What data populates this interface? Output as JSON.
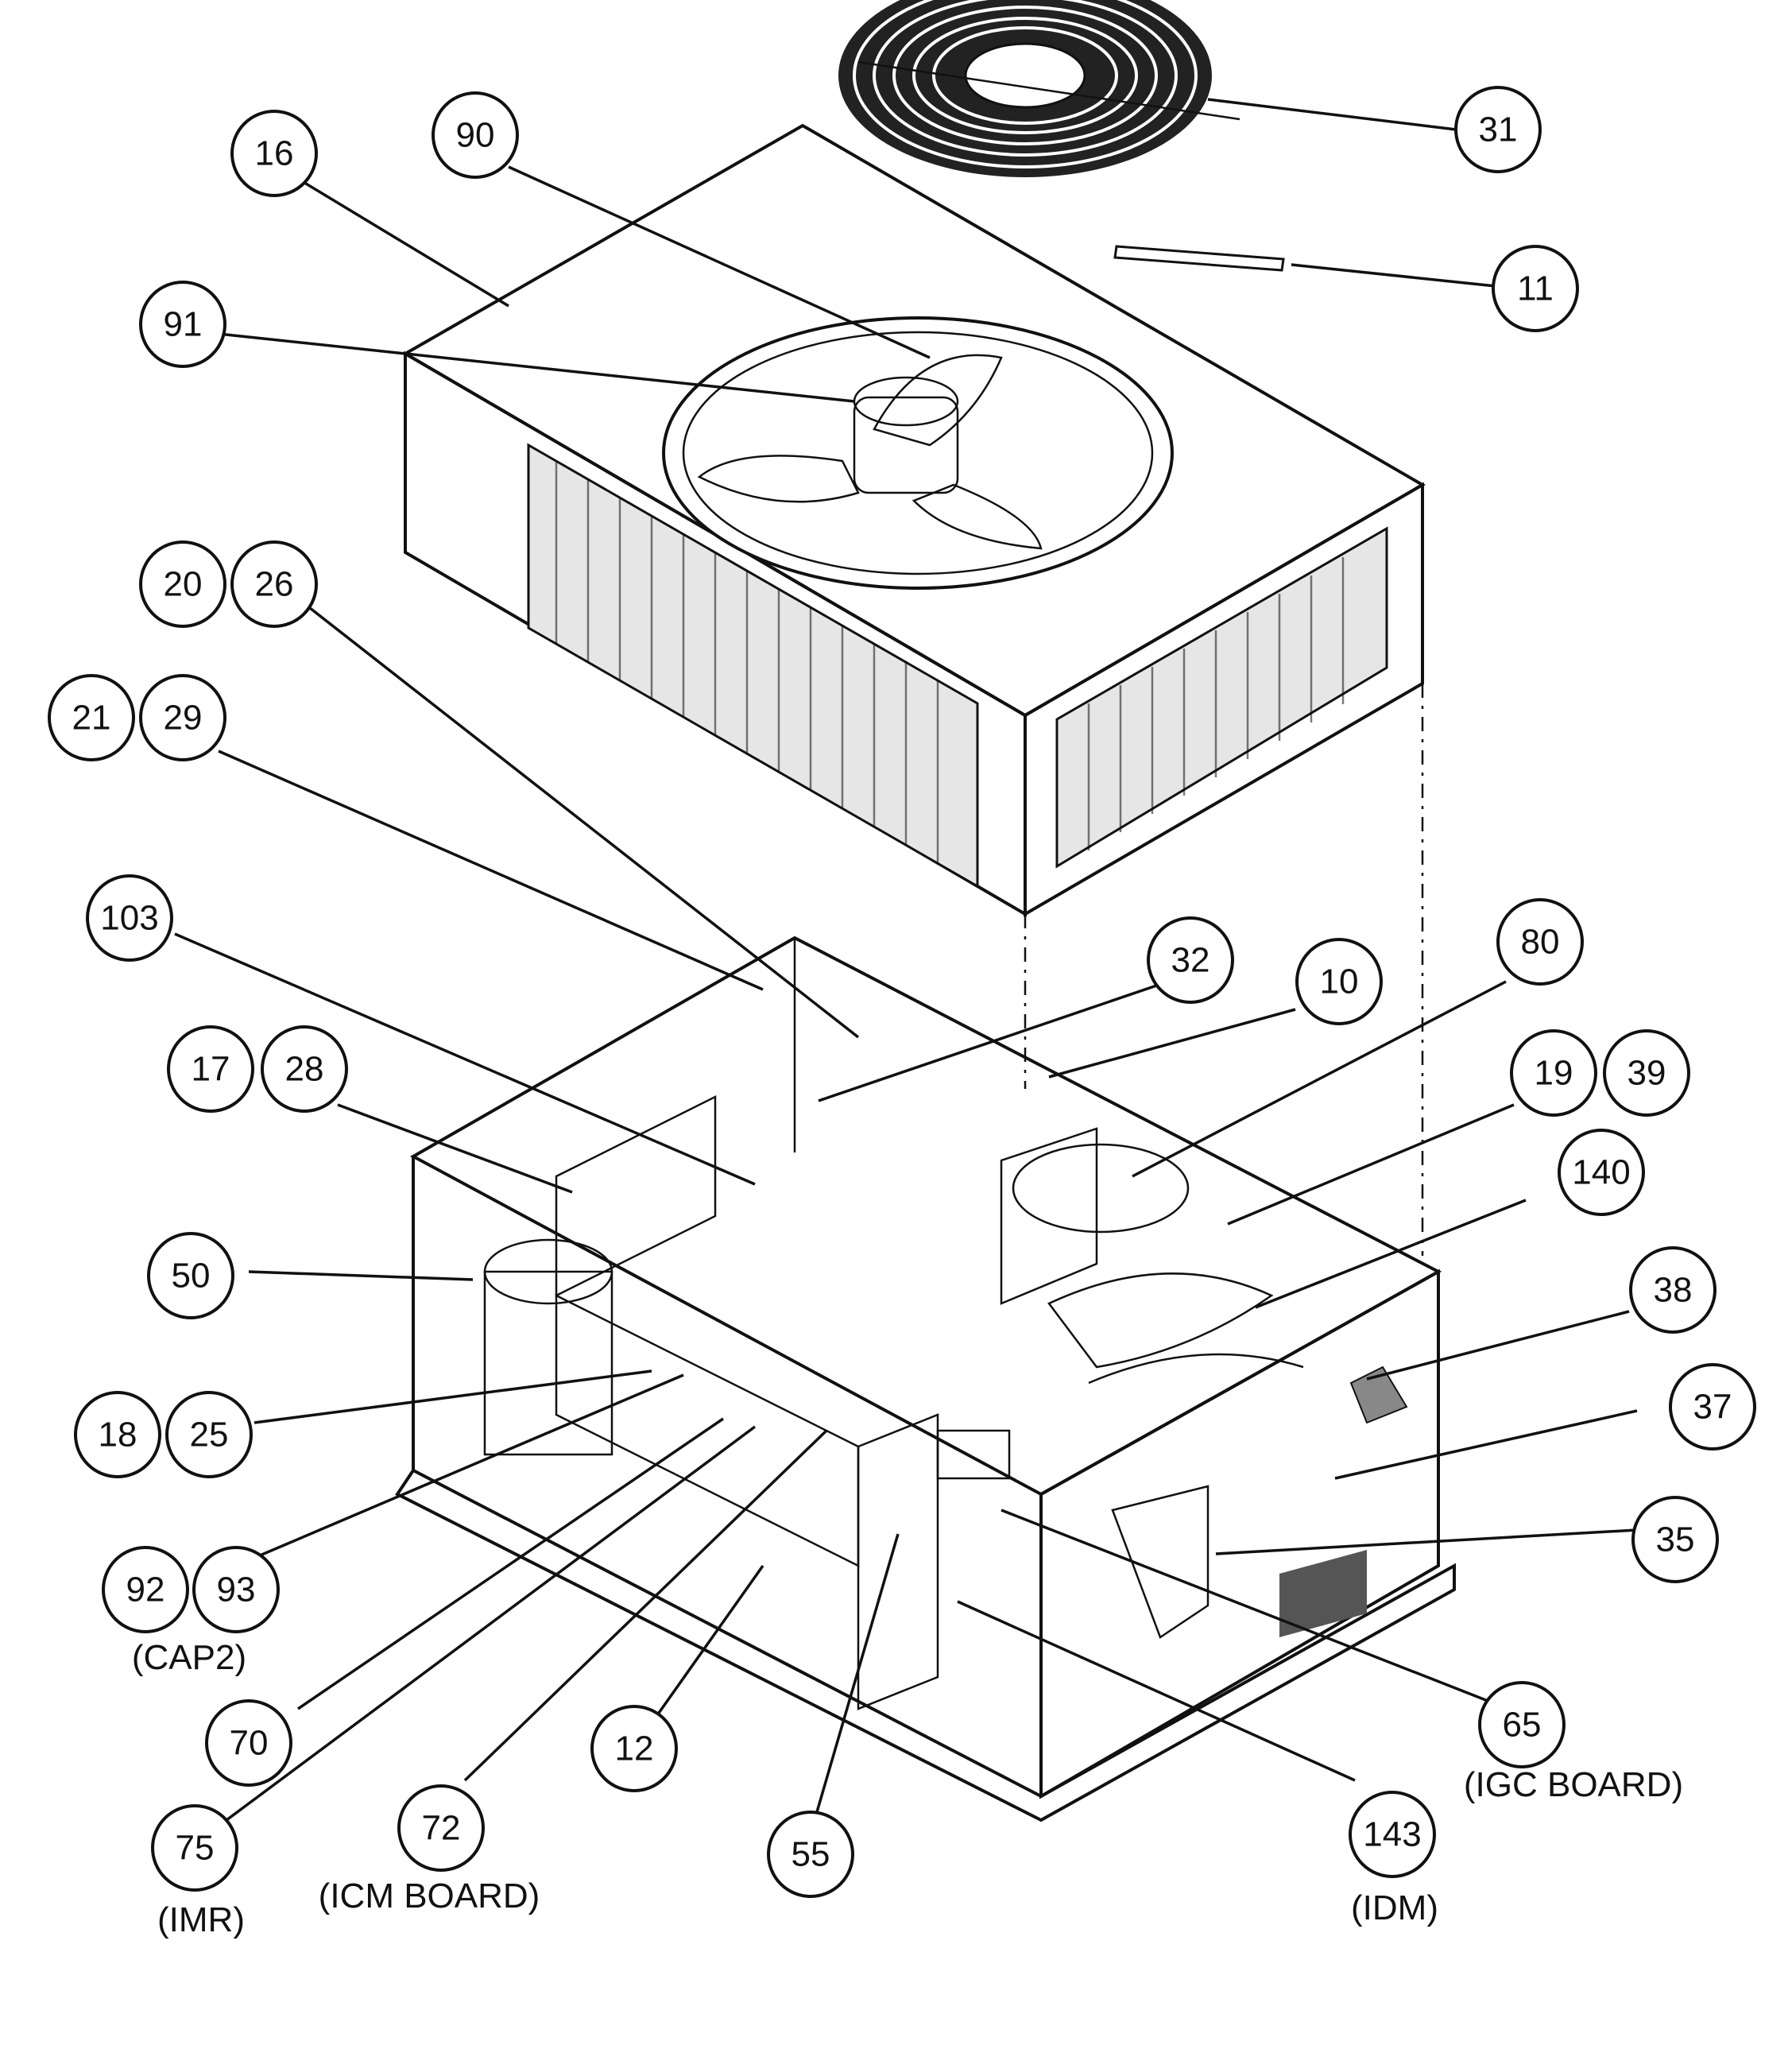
{
  "callouts": [
    {
      "label": "31"
    },
    {
      "label": "16"
    },
    {
      "label": "90"
    },
    {
      "label": "11"
    },
    {
      "label": "91"
    },
    {
      "label": "20"
    },
    {
      "label": "26"
    },
    {
      "label": "21"
    },
    {
      "label": "29"
    },
    {
      "label": "103"
    },
    {
      "label": "32"
    },
    {
      "label": "10"
    },
    {
      "label": "80"
    },
    {
      "label": "17"
    },
    {
      "label": "28"
    },
    {
      "label": "19"
    },
    {
      "label": "39"
    },
    {
      "label": "140"
    },
    {
      "label": "50"
    },
    {
      "label": "38"
    },
    {
      "label": "37"
    },
    {
      "label": "18"
    },
    {
      "label": "25"
    },
    {
      "label": "35"
    },
    {
      "label": "92"
    },
    {
      "label": "93"
    },
    {
      "label": "70"
    },
    {
      "label": "12"
    },
    {
      "label": "65"
    },
    {
      "label": "75"
    },
    {
      "label": "72"
    },
    {
      "label": "55"
    },
    {
      "label": "143"
    }
  ],
  "captions": {
    "cap2": "(CAP2)",
    "igc": "(IGC BOARD)",
    "imr": "(IMR)",
    "icm": "(ICM BOARD)",
    "idm": "(IDM)"
  }
}
